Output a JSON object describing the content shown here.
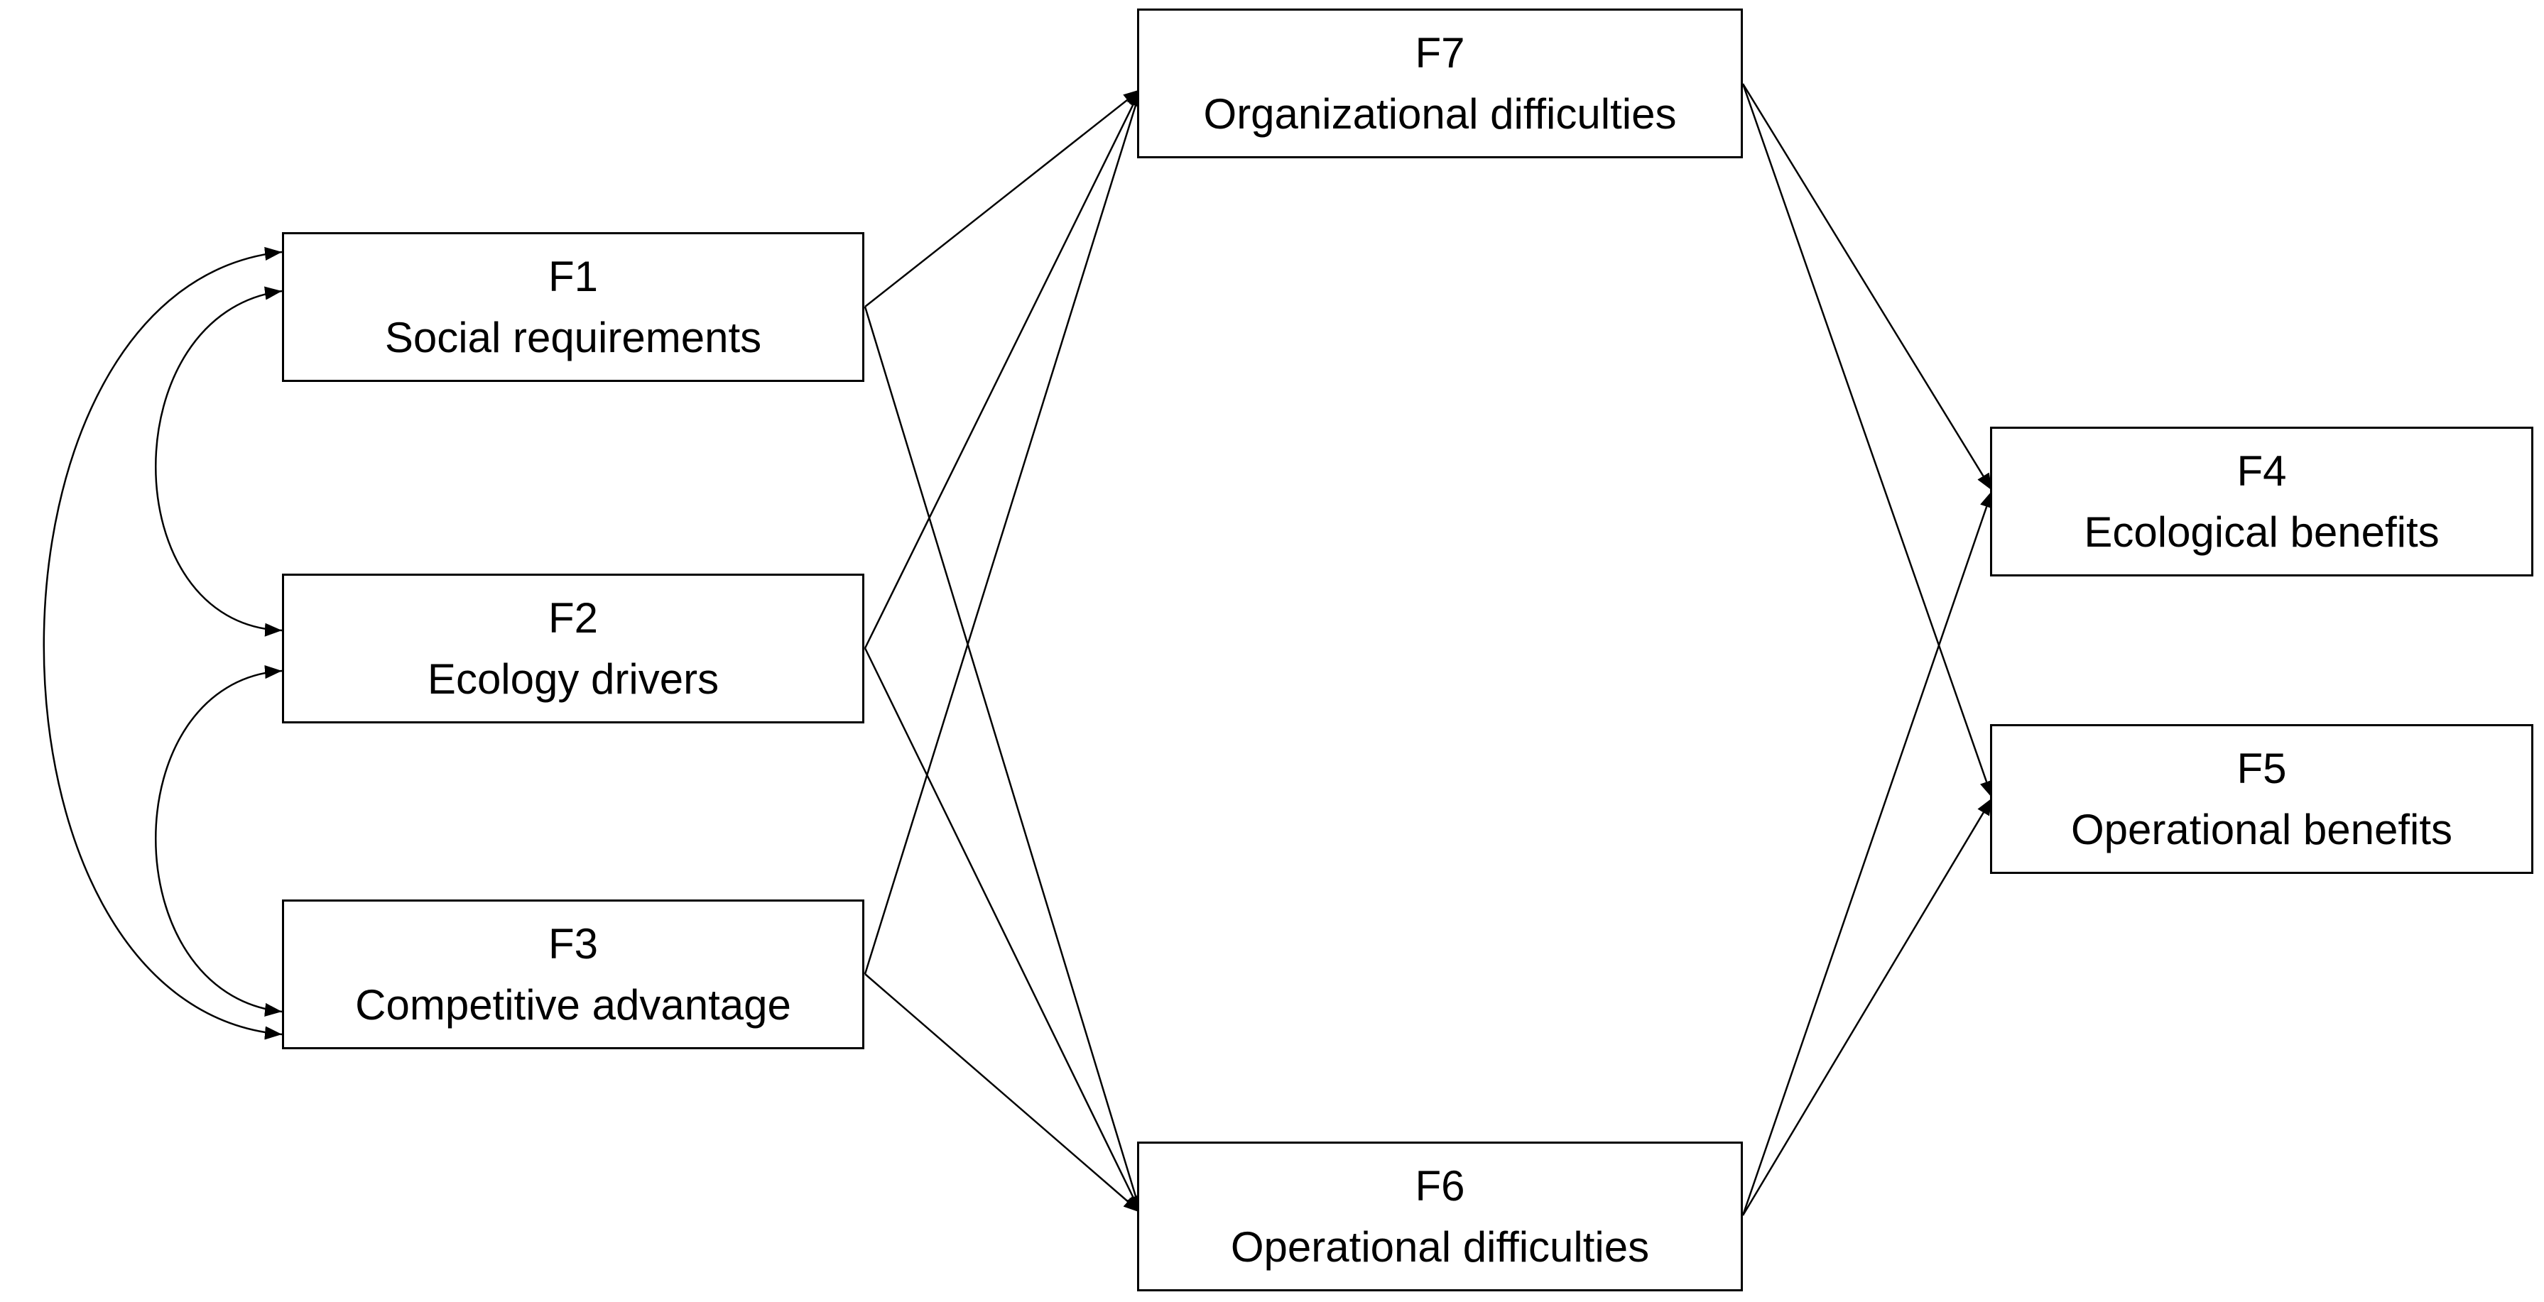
{
  "diagram": {
    "colors": {
      "line": "#000000",
      "box_border": "#000000",
      "text": "#000000",
      "background": "#ffffff"
    },
    "nodes": {
      "f1": {
        "code": "F1",
        "label": "Social requirements"
      },
      "f2": {
        "code": "F2",
        "label": "Ecology drivers"
      },
      "f3": {
        "code": "F3",
        "label": "Competitive advantage"
      },
      "f4": {
        "code": "F4",
        "label": "Ecological benefits"
      },
      "f5": {
        "code": "F5",
        "label": "Operational benefits"
      },
      "f6": {
        "code": "F6",
        "label": "Operational difficulties"
      },
      "f7": {
        "code": "F7",
        "label": "Organizational difficulties"
      }
    },
    "paths": [
      {
        "from": "F1",
        "to": "F7"
      },
      {
        "from": "F1",
        "to": "F6"
      },
      {
        "from": "F2",
        "to": "F7"
      },
      {
        "from": "F2",
        "to": "F6"
      },
      {
        "from": "F3",
        "to": "F7"
      },
      {
        "from": "F3",
        "to": "F6"
      },
      {
        "from": "F7",
        "to": "F4"
      },
      {
        "from": "F7",
        "to": "F5"
      },
      {
        "from": "F6",
        "to": "F4"
      },
      {
        "from": "F6",
        "to": "F5"
      }
    ],
    "correlations": [
      {
        "between": [
          "F1",
          "F2"
        ]
      },
      {
        "between": [
          "F2",
          "F3"
        ]
      },
      {
        "between": [
          "F1",
          "F3"
        ]
      }
    ]
  }
}
